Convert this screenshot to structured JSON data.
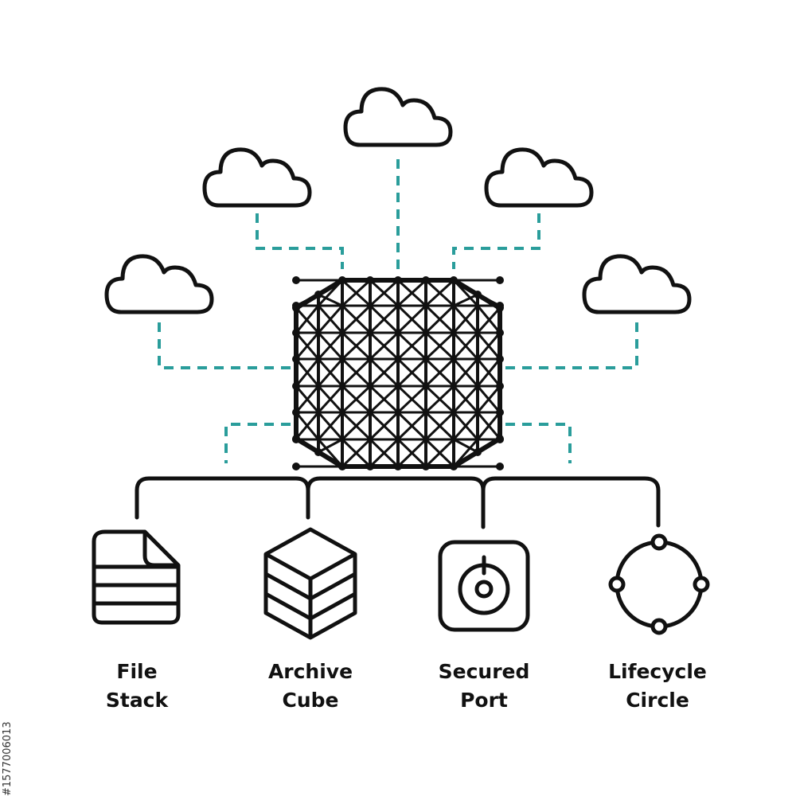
{
  "colors": {
    "stroke": "#111111",
    "connector": "#2a9d9b",
    "background": "#ffffff"
  },
  "icons": [
    {
      "name": "file-stack-icon",
      "label_line1": "File",
      "label_line2": "Stack"
    },
    {
      "name": "archive-cube-icon",
      "label_line1": "Archive",
      "label_line2": "Cube"
    },
    {
      "name": "secured-port-icon",
      "label_line1": "Secured",
      "label_line2": "Port"
    },
    {
      "name": "lifecycle-circle-icon",
      "label_line1": "Lifecycle",
      "label_line2": "Circle"
    }
  ],
  "stock_id": "#1577006013"
}
